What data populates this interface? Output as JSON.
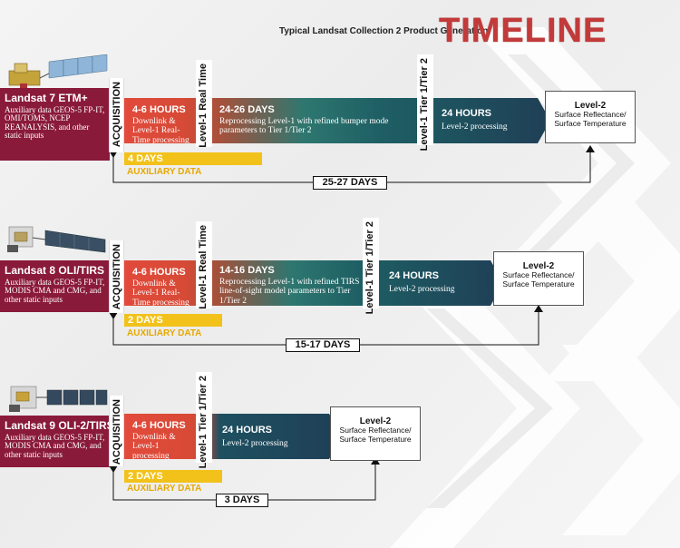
{
  "header": {
    "subtitle": "Typical Landsat Collection 2 Product Generation",
    "title": "TIMELINE"
  },
  "rows": [
    {
      "satellite": "Landsat 7 ETM+",
      "aux_inputs": "Auxiliary data GEOS-5 FP-IT, OMI/TOMS, NCEP REANALYSIS, and other static inputs",
      "acquisition": "ACQUISITION",
      "seg1_title": "4-6 HOURS",
      "seg1_desc": "Downlink & Level-1 Real-Time processing",
      "divider1": "Level-1 Real Time",
      "seg2_title": "24-26 DAYS",
      "seg2_desc": "Reprocessing Level-1 with refined bumper mode parameters to Tier 1/Tier 2",
      "divider2": "Level-1 Tier 1/Tier 2",
      "seg3_title": "24 HOURS",
      "seg3_desc": "Level-2 processing",
      "l2_title": "Level-2",
      "l2_sub": "Surface Reflectance/ Surface Temperature",
      "aux_days": "4 DAYS",
      "aux_label": "AUXILIARY DATA",
      "total": "25-27 DAYS"
    },
    {
      "satellite": "Landsat 8 OLI/TIRS",
      "aux_inputs": "Auxiliary data GEOS-5 FP-IT, MODIS CMA and CMG, and other static inputs",
      "acquisition": "ACQUISITION",
      "seg1_title": "4-6 HOURS",
      "seg1_desc": "Downlink & Level-1 Real-Time processing",
      "divider1": "Level-1 Real Time",
      "seg2_title": "14-16 DAYS",
      "seg2_desc": "Reprocessing Level-1 with refined TIRS line-of-sight model parameters to Tier 1/Tier 2",
      "divider2": "Level-1 Tier 1/Tier 2",
      "seg3_title": "24 HOURS",
      "seg3_desc": "Level-2 processing",
      "l2_title": "Level-2",
      "l2_sub": "Surface Reflectance/ Surface Temperature",
      "aux_days": "2 DAYS",
      "aux_label": "AUXILIARY DATA",
      "total": "15-17 DAYS"
    },
    {
      "satellite": "Landsat 9 OLI-2/TIRS-2",
      "aux_inputs": "Auxiliary data GEOS-5 FP-IT, MODIS CMA and CMG, and other static inputs",
      "acquisition": "ACQUISITION",
      "seg1_title": "4-6 HOURS",
      "seg1_desc": "Downlink & Level-1 processing",
      "divider1": "Level-1 Tier 1/Tier 2",
      "seg3_title": "24 HOURS",
      "seg3_desc": "Level-2 processing",
      "l2_title": "Level-2",
      "l2_sub": "Surface Reflectance/ Surface Temperature",
      "aux_days": "2 DAYS",
      "aux_label": "AUXILIARY DATA",
      "total": "3 DAYS"
    }
  ],
  "colors": {
    "maroon": "#8a1a3a",
    "red": "#e24a3b",
    "teal": "#1e6f6f",
    "navy": "#1f3f56",
    "yellow": "#f2c21b",
    "title_red": "#c23a3a"
  },
  "icons": [
    "satellite-landsat7-icon",
    "satellite-landsat8-icon",
    "satellite-landsat9-icon"
  ]
}
